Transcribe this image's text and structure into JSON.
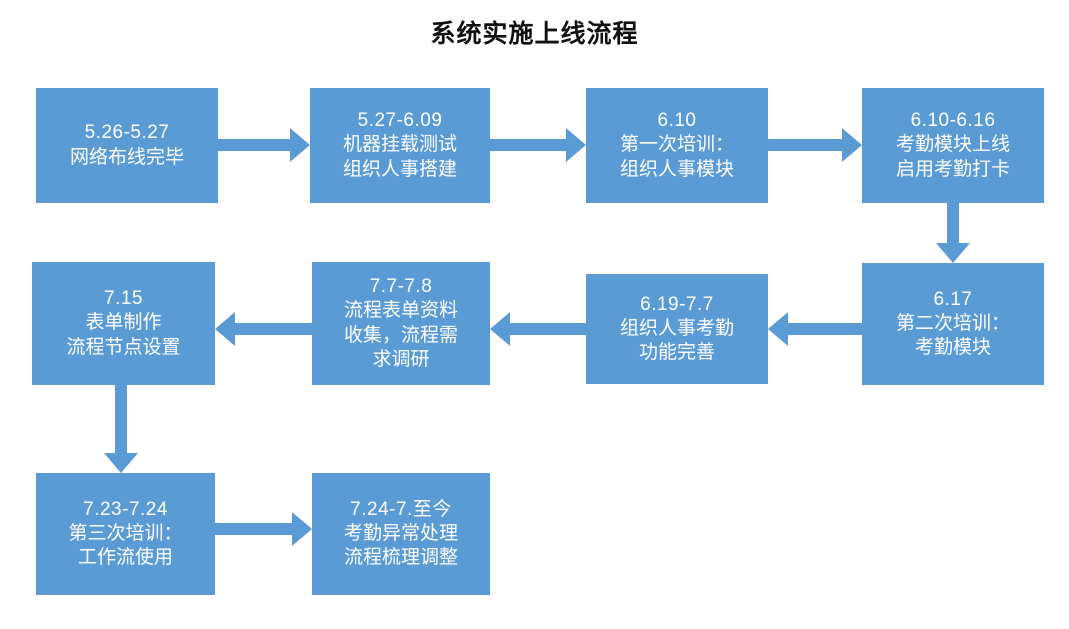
{
  "chart_data": {
    "type": "diagram",
    "title": "系统实施上线流程",
    "diagram_kind": "flowchart",
    "node_color": "#5B9BD5",
    "node_text_color": "#FFFFFF",
    "background": "#FFFFFF",
    "flow_direction": "serpentine: row1 left-to-right, row2 right-to-left, row3 left-to-right",
    "nodes": [
      {
        "id": "n1",
        "date": "5.26-5.27",
        "lines": [
          "网络布线完毕"
        ]
      },
      {
        "id": "n2",
        "date": "5.27-6.09",
        "lines": [
          "机器挂载测试",
          "组织人事搭建"
        ]
      },
      {
        "id": "n3",
        "date": "6.10",
        "lines": [
          "第一次培训：",
          "组织人事模块"
        ]
      },
      {
        "id": "n4",
        "date": "6.10-6.16",
        "lines": [
          "考勤模块上线",
          "启用考勤打卡"
        ]
      },
      {
        "id": "n5",
        "date": "6.17",
        "lines": [
          "第二次培训：",
          "考勤模块"
        ]
      },
      {
        "id": "n6",
        "date": "6.19-7.7",
        "lines": [
          "组织人事考勤",
          "功能完善"
        ]
      },
      {
        "id": "n7",
        "date": "7.7-7.8",
        "lines": [
          "流程表单资料",
          "收集，流程需",
          "求调研"
        ]
      },
      {
        "id": "n8",
        "date": "7.15",
        "lines": [
          "表单制作",
          "流程节点设置"
        ]
      },
      {
        "id": "n9",
        "date": "7.23-7.24",
        "lines": [
          "第三次培训：",
          "工作流使用"
        ]
      },
      {
        "id": "n10",
        "date": "7.24-7.至今",
        "lines": [
          "考勤异常处理",
          "流程梳理调整"
        ]
      }
    ],
    "edges": [
      {
        "from": "n1",
        "to": "n2",
        "direction": "right"
      },
      {
        "from": "n2",
        "to": "n3",
        "direction": "right"
      },
      {
        "from": "n3",
        "to": "n4",
        "direction": "right"
      },
      {
        "from": "n4",
        "to": "n5",
        "direction": "down"
      },
      {
        "from": "n5",
        "to": "n6",
        "direction": "left"
      },
      {
        "from": "n6",
        "to": "n7",
        "direction": "left"
      },
      {
        "from": "n7",
        "to": "n8",
        "direction": "left"
      },
      {
        "from": "n8",
        "to": "n9",
        "direction": "down"
      },
      {
        "from": "n9",
        "to": "n10",
        "direction": "right"
      }
    ]
  },
  "title": "系统实施上线流程",
  "nodes": {
    "n1": {
      "date": "5.26-5.27",
      "l1": "网络布线完毕",
      "l2": "",
      "l3": ""
    },
    "n2": {
      "date": "5.27-6.09",
      "l1": "机器挂载测试",
      "l2": "组织人事搭建",
      "l3": ""
    },
    "n3": {
      "date": "6.10",
      "l1": "第一次培训：",
      "l2": "组织人事模块",
      "l3": ""
    },
    "n4": {
      "date": "6.10-6.16",
      "l1": "考勤模块上线",
      "l2": "启用考勤打卡",
      "l3": ""
    },
    "n5": {
      "date": "6.17",
      "l1": "第二次培训：",
      "l2": "考勤模块",
      "l3": ""
    },
    "n6": {
      "date": "6.19-7.7",
      "l1": "组织人事考勤",
      "l2": "功能完善",
      "l3": ""
    },
    "n7": {
      "date": "7.7-7.8",
      "l1": "流程表单资料",
      "l2": "收集，流程需",
      "l3": "求调研"
    },
    "n8": {
      "date": "7.15",
      "l1": "表单制作",
      "l2": "流程节点设置",
      "l3": ""
    },
    "n9": {
      "date": "7.23-7.24",
      "l1": "第三次培训：",
      "l2": "工作流使用",
      "l3": ""
    },
    "n10": {
      "date": "7.24-7.至今",
      "l1": "考勤异常处理",
      "l2": "流程梳理调整",
      "l3": ""
    }
  }
}
